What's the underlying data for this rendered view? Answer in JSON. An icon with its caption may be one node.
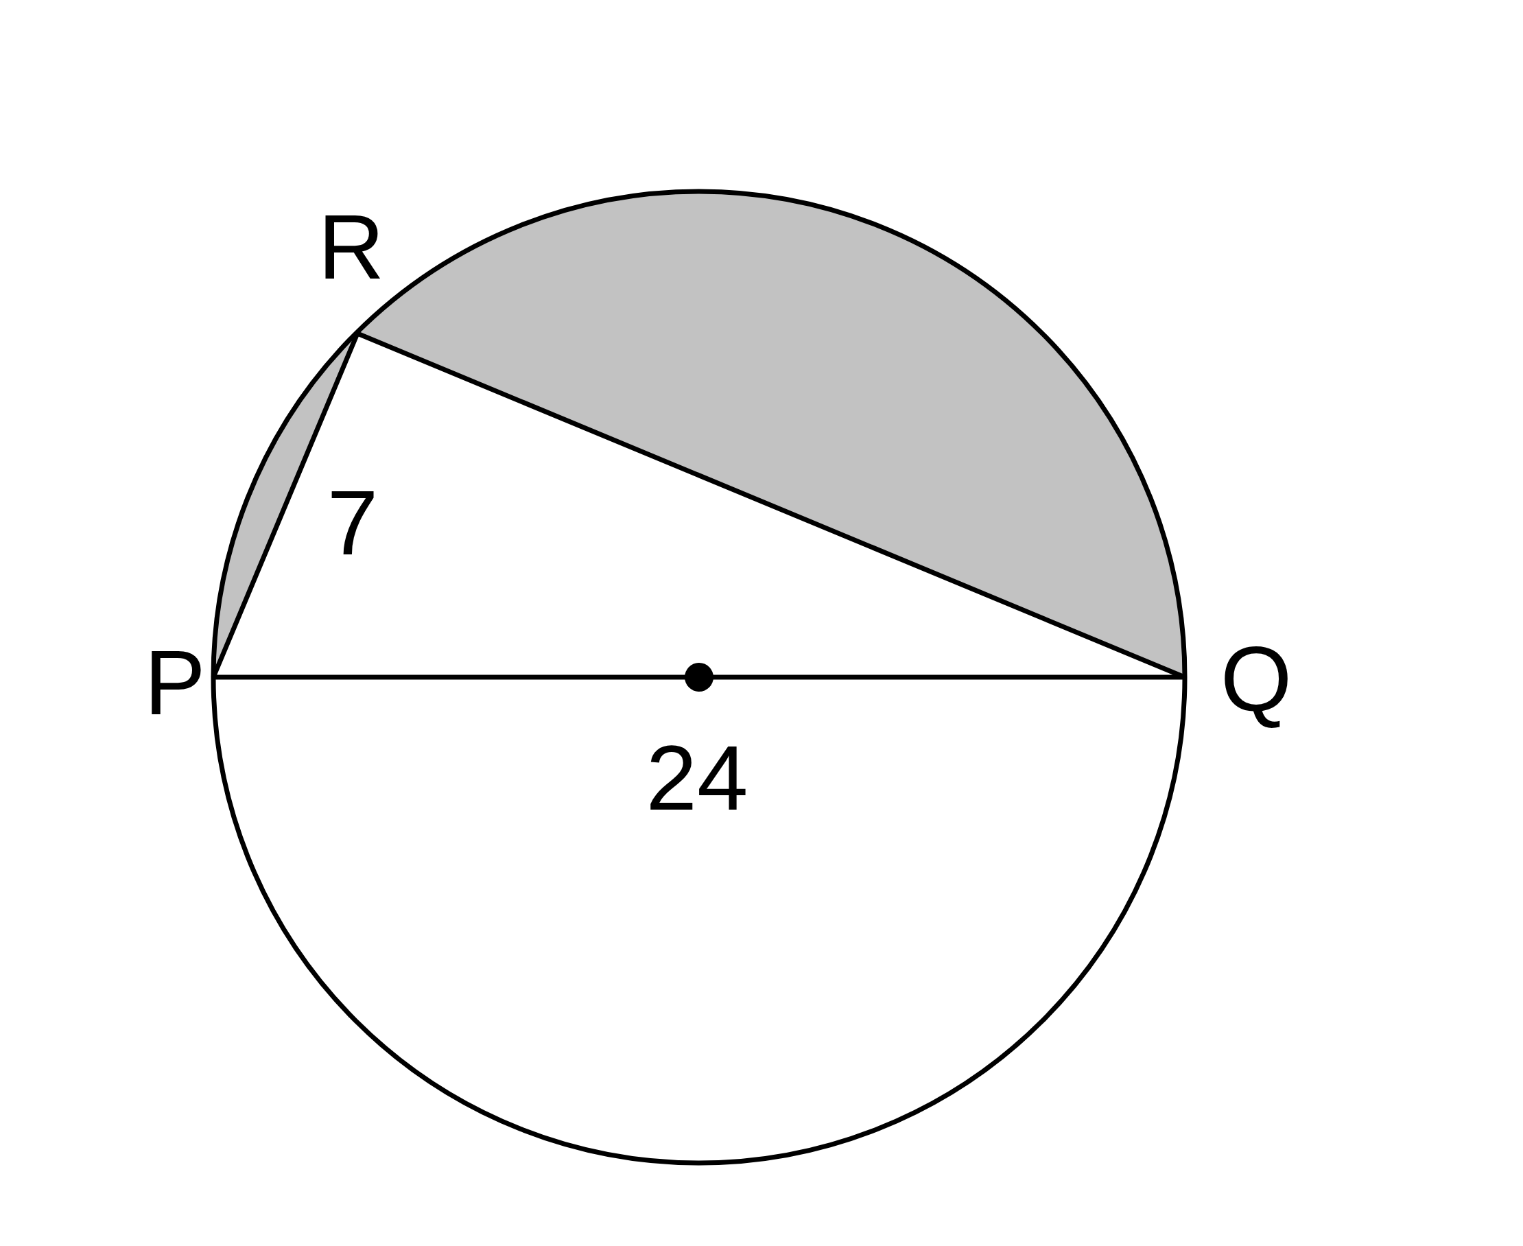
{
  "diagram": {
    "labels": [
      "R",
      "7",
      "P",
      "Q",
      "24"
    ]
  }
}
